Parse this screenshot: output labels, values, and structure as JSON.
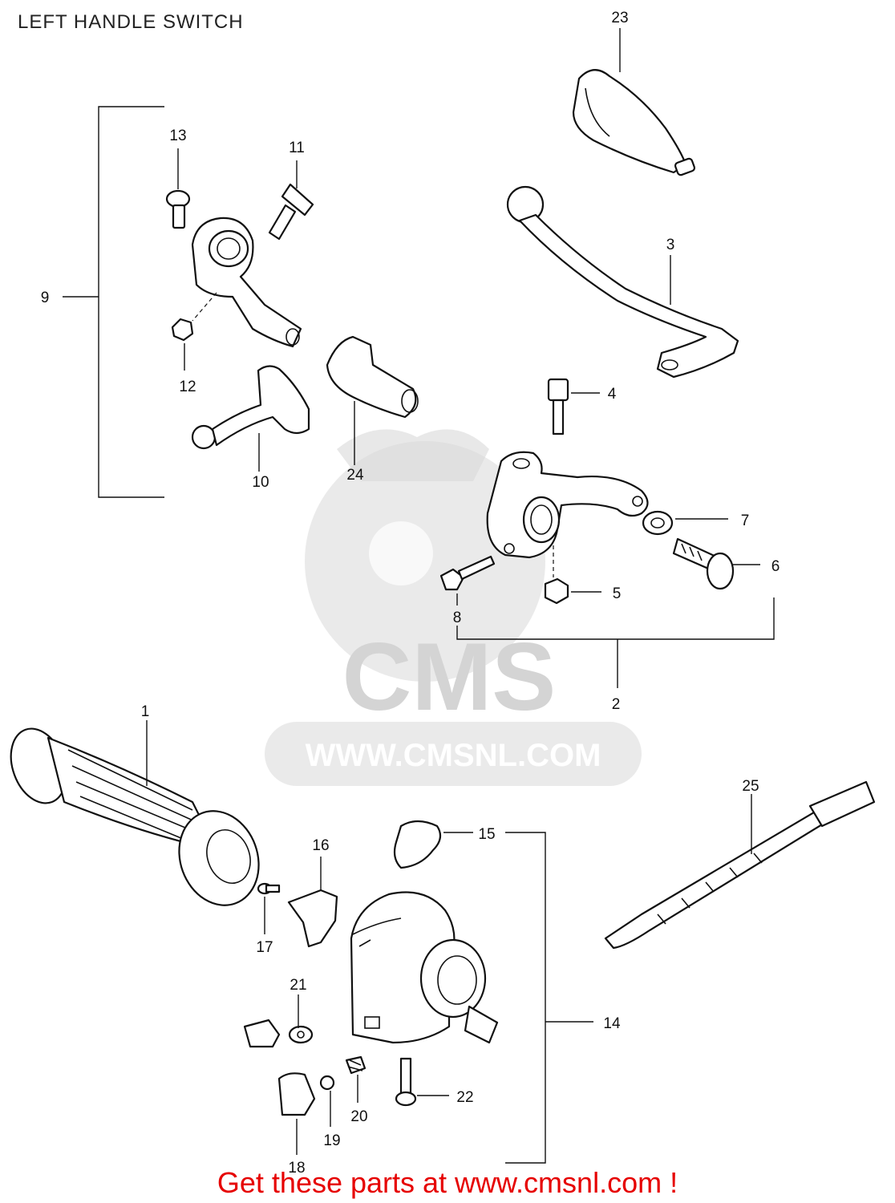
{
  "title": "LEFT HANDLE SWITCH",
  "footer": "Get these parts at www.cmsnl.com !",
  "watermark": {
    "brand": "CMS",
    "url": "WWW.CMSNL.COM"
  },
  "labels": {
    "p1": "1",
    "p2": "2",
    "p3": "3",
    "p4": "4",
    "p5": "5",
    "p6": "6",
    "p7": "7",
    "p8": "8",
    "p9": "9",
    "p10": "10",
    "p11": "11",
    "p12": "12",
    "p13": "13",
    "p14": "14",
    "p15": "15",
    "p16": "16",
    "p17": "17",
    "p18": "18",
    "p19": "19",
    "p20": "20",
    "p21": "21",
    "p22": "22",
    "p23": "23",
    "p24": "24",
    "p25": "25"
  },
  "colors": {
    "footer_text": "#e60000",
    "line": "#111111",
    "watermark": "#d9d9d9"
  }
}
